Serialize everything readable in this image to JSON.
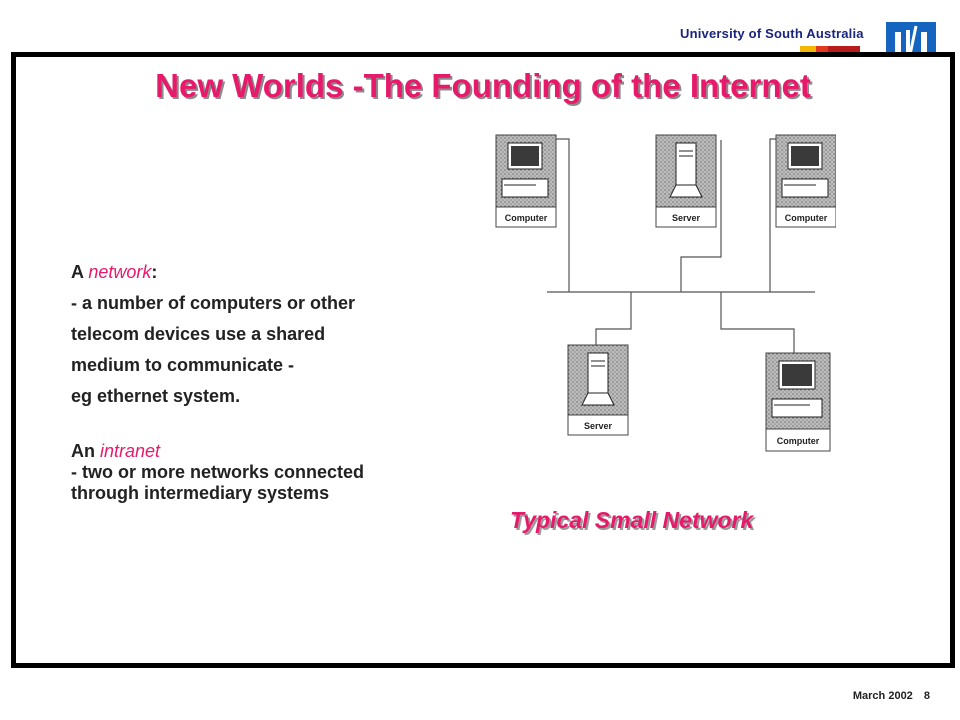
{
  "header": {
    "university": "University of South Australia",
    "stripe_colors": [
      "#f2b705",
      "#e23a1e",
      "#b71c1c"
    ],
    "logo_icon": "unisa-logo-icon"
  },
  "slide": {
    "title": "New Worlds -The Founding of the Internet",
    "network": {
      "prefix": "A ",
      "term": "network",
      "suffix": ":",
      "lines": [
        "- a number of computers or other",
        "telecom devices use a shared",
        "medium to communicate -",
        "eg ethernet system."
      ]
    },
    "intranet": {
      "prefix": "An ",
      "term": "intranet",
      "lines": [
        "- two or more networks connected",
        "through intermediary systems"
      ]
    },
    "diagram": {
      "nodes": [
        {
          "label": "Computer"
        },
        {
          "label": "Server"
        },
        {
          "label": "Computer"
        },
        {
          "label": "Server"
        },
        {
          "label": "Computer"
        }
      ],
      "caption": "Typical Small Network"
    }
  },
  "footer": {
    "date": "March  2002",
    "page": "8"
  },
  "colors": {
    "accent": "#e8196b",
    "university_text": "#1a237e",
    "frame": "#000000"
  }
}
